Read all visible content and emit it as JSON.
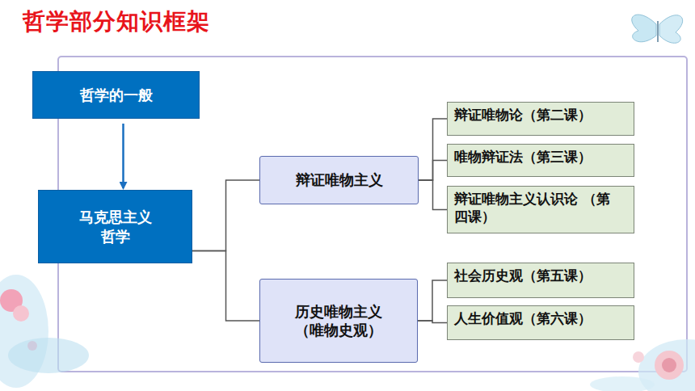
{
  "diagram": {
    "title": "哲学部分知识框架",
    "nodes": [
      {
        "text": [
          "哲学的一般"
        ]
      },
      {
        "text": [
          "马克思主义 哲学"
        ]
      },
      {
        "text": [
          "辩证唯物主义"
        ]
      },
      {
        "text": [
          "历史唯物主义 （唯物史观）"
        ]
      },
      {
        "text": [
          "辩证唯物论（第二课）"
        ]
      },
      {
        "text": [
          "唯物辩证法（第三课）"
        ]
      },
      {
        "text": [
          "辩证唯物主义认识论 （第四课）"
        ]
      },
      {
        "text": [
          "社会历史观（第五课）"
        ]
      },
      {
        "text": [
          "人生价值观（第六课）"
        ]
      }
    ],
    "edges": [
      {
        "from": 0,
        "to": 1,
        "arrow": "to"
      },
      {
        "from": 1,
        "to": 2,
        "arrow": "none"
      },
      {
        "from": 1,
        "to": 3,
        "arrow": "none"
      },
      {
        "from": 2,
        "to": 4,
        "arrow": "none"
      },
      {
        "from": 2,
        "to": 5,
        "arrow": "none"
      },
      {
        "from": 2,
        "to": 6,
        "arrow": "none"
      },
      {
        "from": 3,
        "to": 7,
        "arrow": "none"
      },
      {
        "from": 3,
        "to": 8,
        "arrow": "none"
      }
    ]
  }
}
